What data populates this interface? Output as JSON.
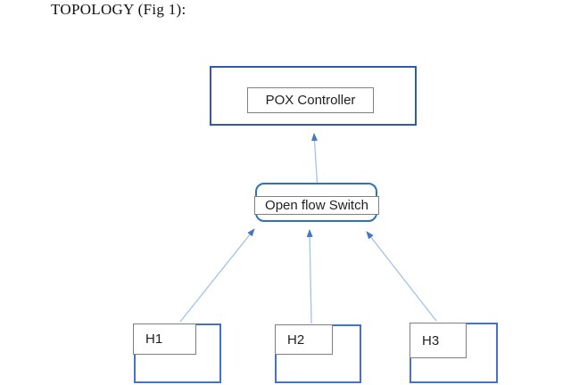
{
  "title": "TOPOLOGY (Fig 1):",
  "diagram": {
    "nodes": {
      "controller": {
        "label": "POX Controller"
      },
      "switch": {
        "label": "Open flow Switch"
      },
      "hosts": [
        {
          "label": "H1"
        },
        {
          "label": "H2"
        },
        {
          "label": "H3"
        }
      ]
    },
    "edges": [
      {
        "from": "switch",
        "to": "controller",
        "directed": true
      },
      {
        "from": "H1",
        "to": "switch",
        "directed": true
      },
      {
        "from": "H2",
        "to": "switch",
        "directed": true
      },
      {
        "from": "H3",
        "to": "switch",
        "directed": true
      }
    ],
    "colors": {
      "controller_border": "#2e5ba8",
      "switch_border": "#2e74b5",
      "host_border": "#4472c4",
      "label_box_border": "#808080",
      "connector_line": "#a3c2e6",
      "arrowhead": "#4777c0",
      "text": "#1f1f1f"
    }
  }
}
